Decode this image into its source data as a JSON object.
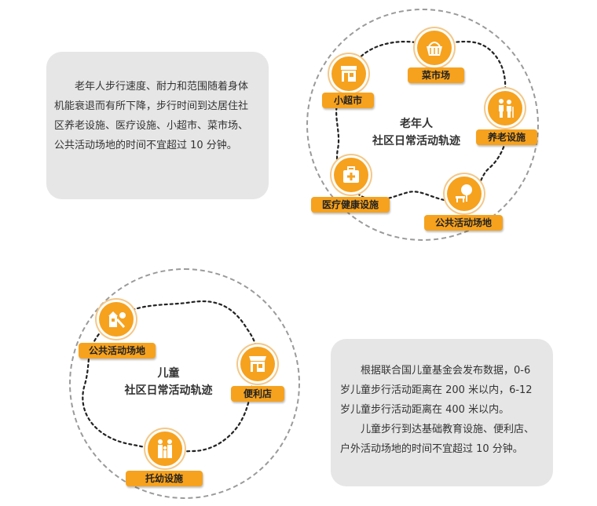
{
  "elderly": {
    "description": "老年人步行速度、耐力和范围随着身体机能衰退而有所下降，步行时间到达居住社区养老设施、医疗设施、小超市、菜市场、公共活动场地的时间不宜超过 10 分钟。",
    "title_line1": "老年人",
    "title_line2": "社区日常活动轨迹",
    "nodes": {
      "market": "菜市场",
      "supermarket": "小超市",
      "elderly_care": "养老设施",
      "medical": "医疗健康设施",
      "public_space": "公共活动场地"
    }
  },
  "children": {
    "description_p1": "根据联合国儿童基金会发布数据，0-6 岁儿童步行活动距离在 200 米以内，6-12 岁儿童步行活动距离在 400 米以内。",
    "description_p2": "儿童步行到达基础教育设施、便利店、户外活动场地的时间不宜超过 10 分钟。",
    "title_line1": "儿童",
    "title_line2": "社区日常活动轨迹",
    "nodes": {
      "public_space": "公共活动场地",
      "convenience_store": "便利店",
      "childcare": "托幼设施"
    }
  },
  "colors": {
    "accent": "#f6a21e",
    "panel": "#e6e6e6",
    "ring": "#9a9a9a"
  }
}
